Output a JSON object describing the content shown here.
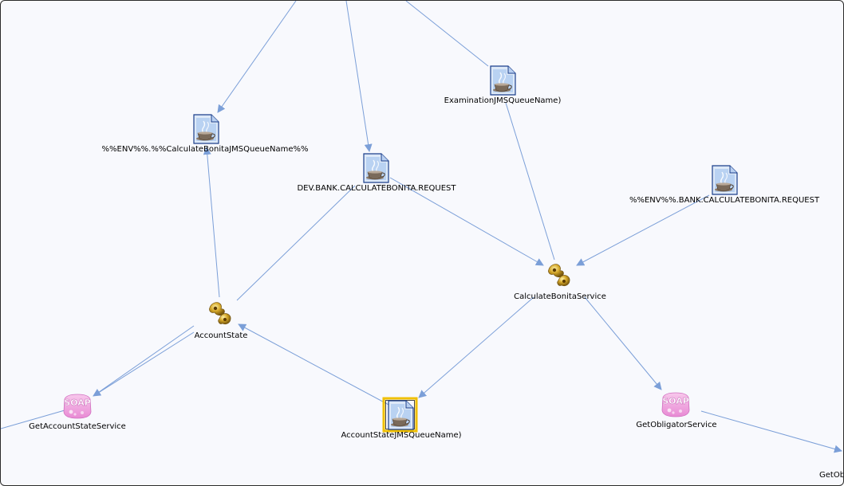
{
  "diagram": {
    "edge_color": "#7b9fd8",
    "selected_color": "#f0c000",
    "nodes": [
      {
        "id": "q-env-calc",
        "type": "jms-queue",
        "label": "%%ENV%%.%%CalculateBonitaJMSQueueName%%"
      },
      {
        "id": "q-dev-calc",
        "type": "jms-queue",
        "label": "DEV.BANK.CALCULATEBONITA.REQUEST"
      },
      {
        "id": "q-exam",
        "type": "jms-queue",
        "label": "ExaminationJMSQueueName)"
      },
      {
        "id": "q-env-bank-calc",
        "type": "jms-queue",
        "label": "%%ENV%%.BANK.CALCULATEBONITA.REQUEST"
      },
      {
        "id": "svc-calc-bonita",
        "type": "service",
        "label": "CalculateBonitaService"
      },
      {
        "id": "svc-account-state",
        "type": "service",
        "label": "AccountState"
      },
      {
        "id": "soap-get-account",
        "type": "soap",
        "label": "GetAccountStateService"
      },
      {
        "id": "q-account-state",
        "type": "jms-queue",
        "label": "AccountStateJMSQueueName)",
        "selected": true
      },
      {
        "id": "soap-get-obligator",
        "type": "soap",
        "label": "GetObligatorService"
      },
      {
        "id": "edge-partial",
        "type": "offscreen",
        "label": "GetObl"
      }
    ]
  }
}
